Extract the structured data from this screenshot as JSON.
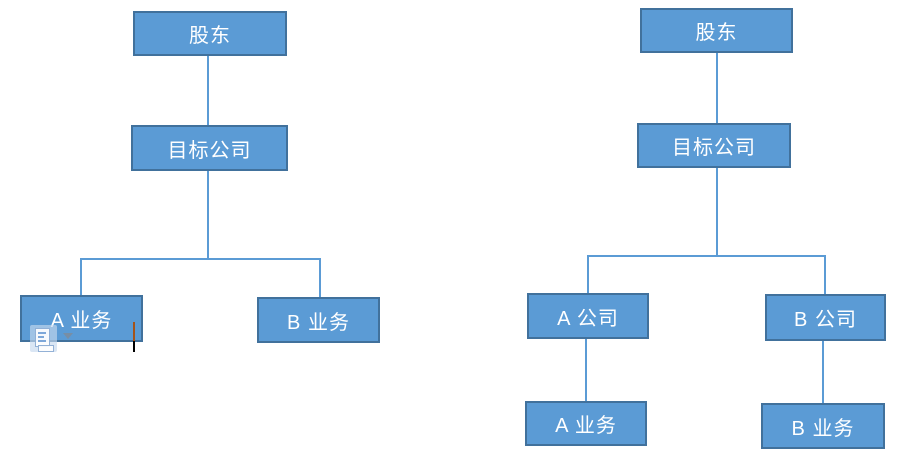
{
  "colors": {
    "background": "#ffffff",
    "node_fill": "#5b9bd5",
    "node_border": "#41719c",
    "node_text": "#ffffff",
    "connector": "#5b9bd5",
    "cursor_upper": "#a4541b",
    "cursor_lower": "#000000",
    "paste_chip_bg": "#c6d8ee",
    "paste_icon_lines": "#7da7d9",
    "paste_arrow": "#828a94"
  },
  "diagrams": {
    "left": {
      "nodes": [
        {
          "id": "shareholder",
          "label": "股东"
        },
        {
          "id": "target-company",
          "label": "目标公司"
        },
        {
          "id": "business-a",
          "label": "A 业务"
        },
        {
          "id": "business-b",
          "label": "B 业务"
        }
      ],
      "edges": [
        "shareholder->target-company",
        "target-company->business-a",
        "target-company->business-b"
      ]
    },
    "right": {
      "nodes": [
        {
          "id": "shareholder",
          "label": "股东"
        },
        {
          "id": "target-company",
          "label": "目标公司"
        },
        {
          "id": "company-a",
          "label": "A 公司"
        },
        {
          "id": "company-b",
          "label": "B 公司"
        },
        {
          "id": "business-a",
          "label": "A 业务"
        },
        {
          "id": "business-b",
          "label": "B 业务"
        }
      ],
      "edges": [
        "shareholder->target-company",
        "target-company->company-a",
        "target-company->company-b",
        "company-a->business-a",
        "company-b->business-b"
      ]
    }
  },
  "icons": {
    "paste_options": "paste-options-icon",
    "dropdown_arrow": "chevron-down-icon",
    "text_cursor": "text-cursor"
  }
}
